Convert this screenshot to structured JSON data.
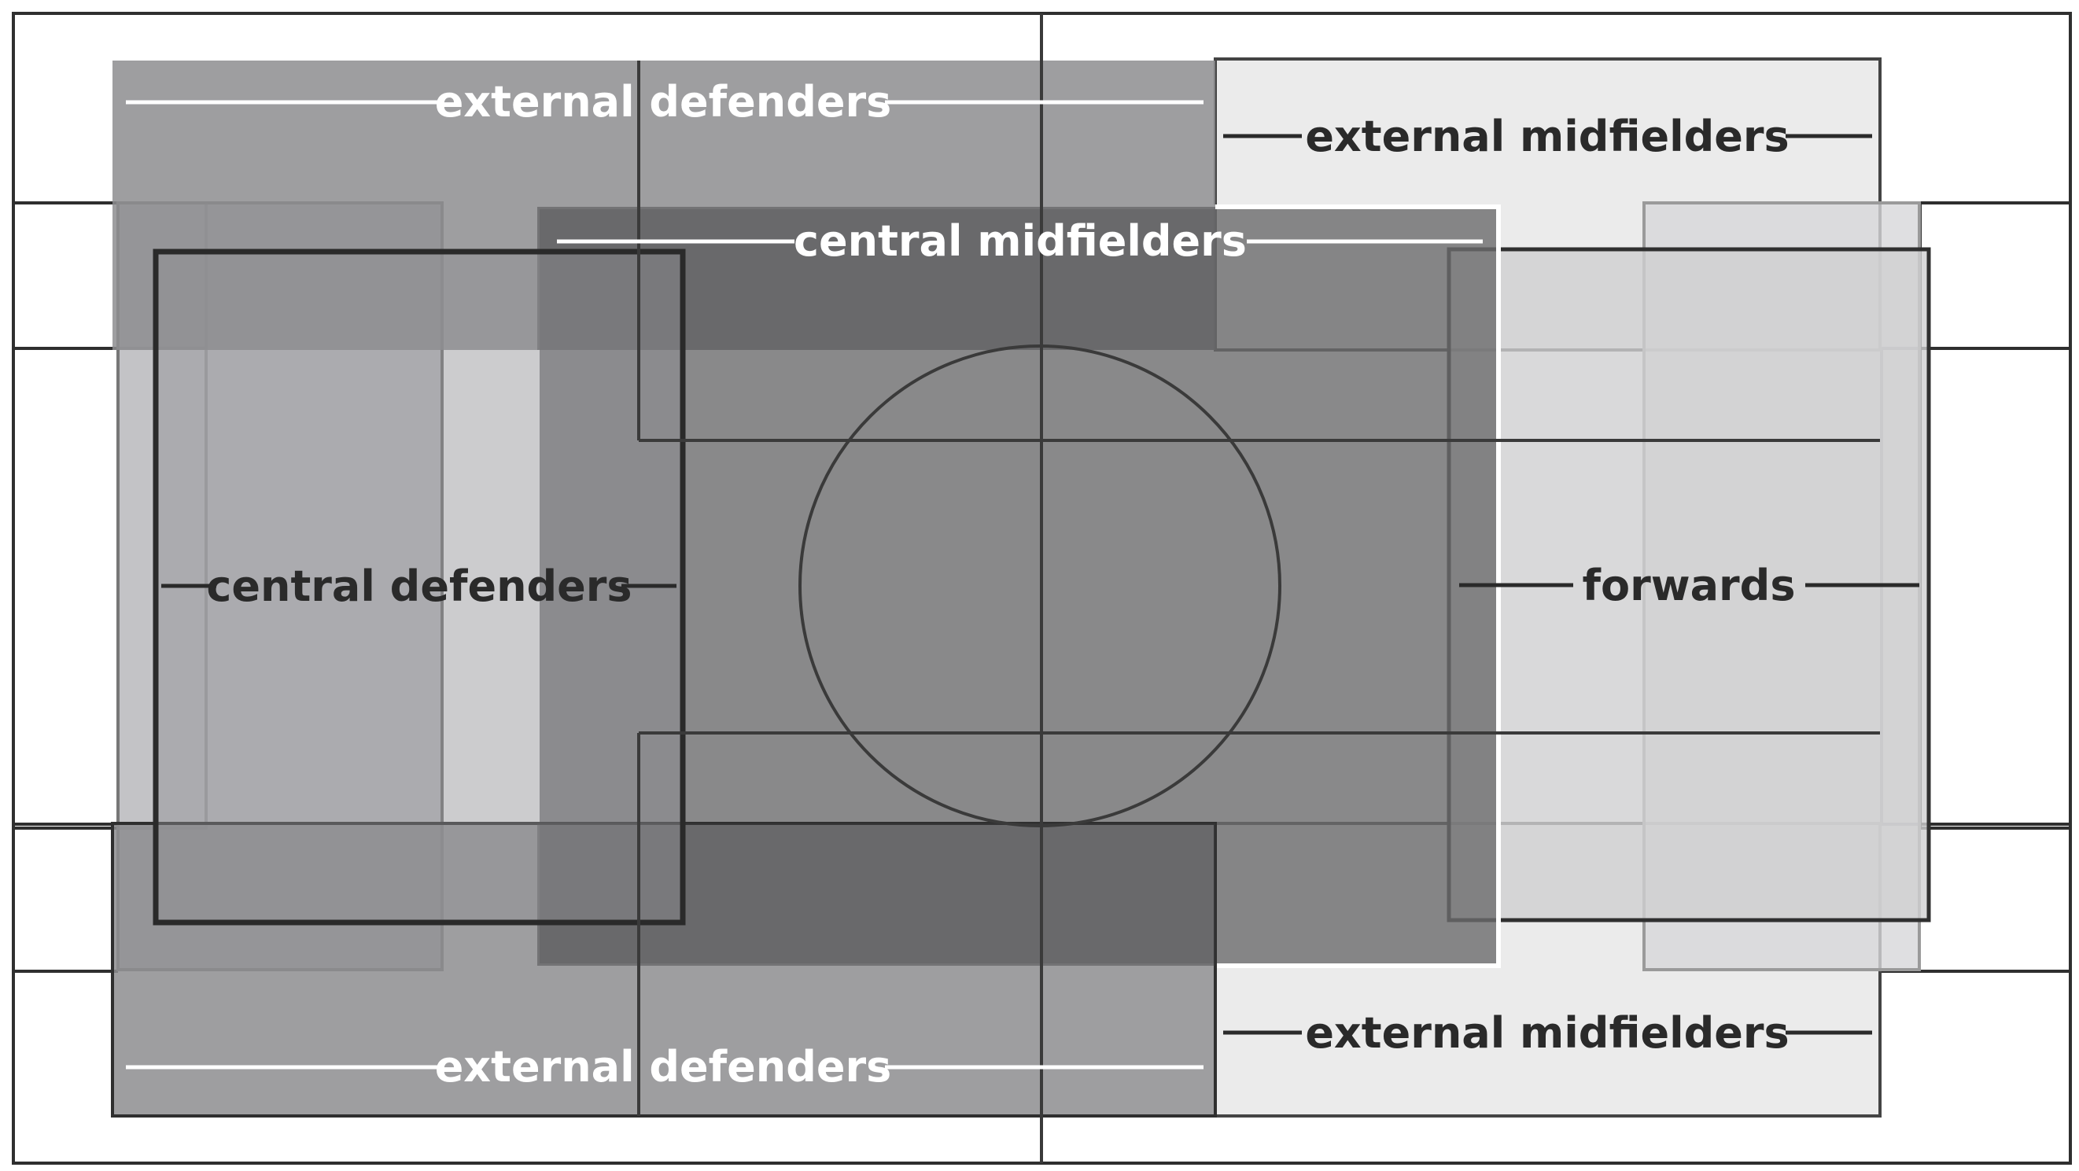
{
  "colors": {
    "background": "#ffffff",
    "pitch_lines": "#2f2f2f",
    "external_defenders": "#8d8d8f",
    "central_defenders": "#b9b9bc",
    "central_midfielders": "#5a5a5c",
    "forwards": "#cfcfd1",
    "external_midfielders": "#e7e8e7",
    "light_label": "#ffffff",
    "dark_label": "#2a2a2a"
  },
  "labels": {
    "external_defenders_top": "external defenders",
    "external_defenders_bottom": "external defenders",
    "external_midfielders_top": "external midfielders",
    "external_midfielders_bottom": "external midfielders",
    "central_midfielders": "central midfielders",
    "central_defenders": "central defenders",
    "forwards": "forwards"
  }
}
